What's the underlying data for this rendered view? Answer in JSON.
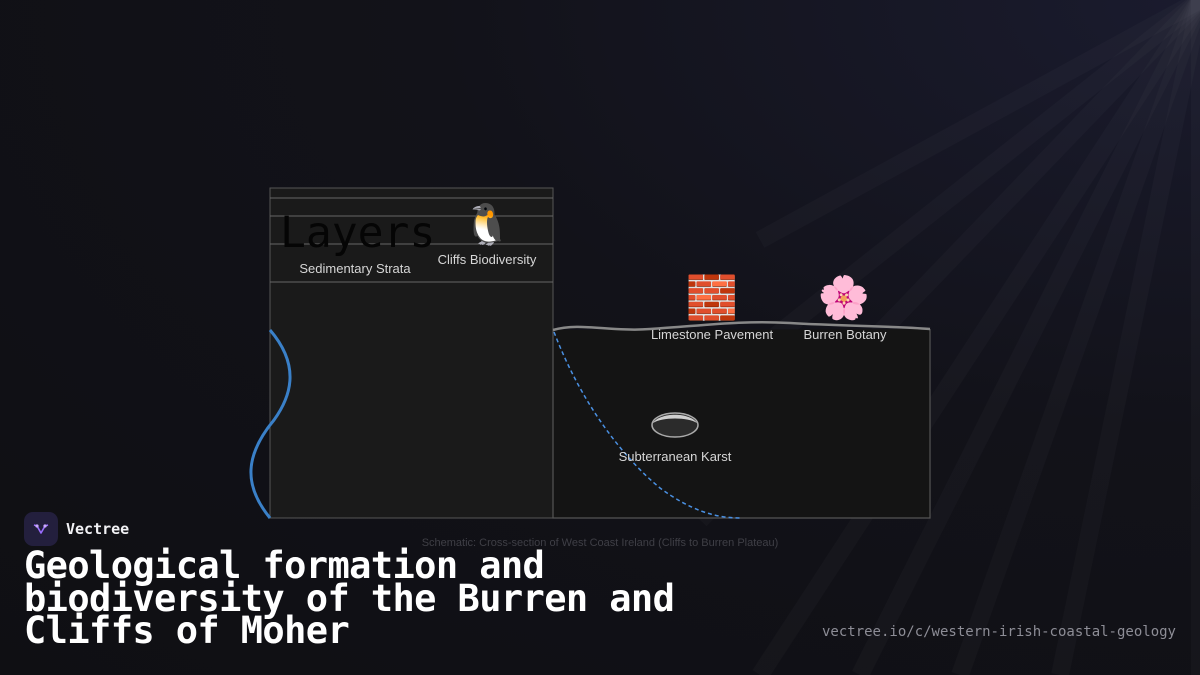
{
  "brand": {
    "name": "Vectree"
  },
  "title": "Geological formation and biodiversity of the Burren and Cliffs of Moher",
  "url": "vectree.io/c/western-irish-coastal-geology",
  "diagram": {
    "layers_heading": "Layers",
    "caption": "Schematic: Cross-section of West Coast Ireland (Cliffs to Burren Plateau)",
    "labels": {
      "sedimentary": "Sedimentary Strata",
      "cliffs": "Cliffs Biodiversity",
      "limestone": "Limestone Pavement",
      "botany": "Burren Botany",
      "karst": "Subterranean Karst"
    },
    "icons": {
      "cliffs": "🐧",
      "limestone": "🧱",
      "botany": "🌸"
    }
  },
  "colors": {
    "background": "#121219",
    "cliff_fill": "#1a1a1a",
    "outline": "#555555",
    "sea": "#3a80c8",
    "water_flow": "#4a90e2",
    "accent": "#7c4dff"
  }
}
